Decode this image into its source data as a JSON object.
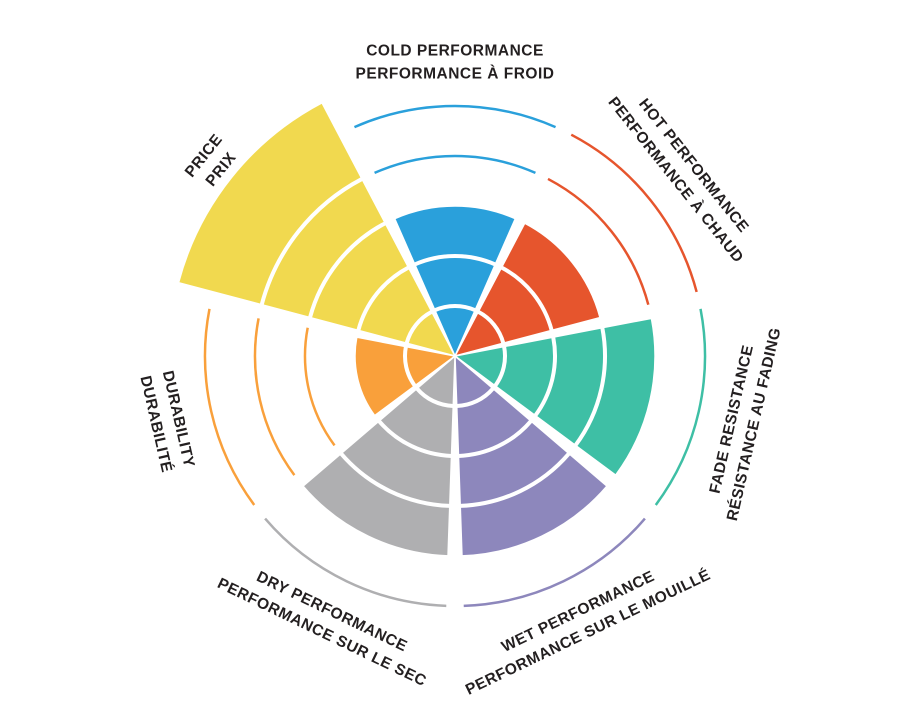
{
  "chart_data": {
    "type": "bar",
    "variant": "polar-sector-rating",
    "title": "",
    "scale": {
      "min": 0,
      "max": 5,
      "levels": 5
    },
    "start_angle_deg": 0,
    "direction": "clockwise",
    "background": "#ffffff",
    "label_color": "#231f20",
    "categories": [
      {
        "id": "cold",
        "line_outer": "COLD PERFORMANCE",
        "line_inner": "PERFORMANCE À FROID",
        "value": 3,
        "color": "#2aa0db"
      },
      {
        "id": "hot",
        "line_outer": "HOT PERFORMANCE",
        "line_inner": "PERFORMANCE À CHAUD",
        "value": 3,
        "color": "#e6552d"
      },
      {
        "id": "fade",
        "line_outer": "RÉSISTANCE AU FADING",
        "line_inner": "FADE RESISTANCE",
        "value": 4,
        "color": "#3ebfa5"
      },
      {
        "id": "wet",
        "line_outer": "PERFORMANCE SUR LE MOUILLÉ",
        "line_inner": "WET PERFORMANCE",
        "value": 4,
        "color": "#8d87bc"
      },
      {
        "id": "dry",
        "line_outer": "PERFORMANCE SUR LE SEC",
        "line_inner": "DRY PERFORMANCE",
        "value": 4,
        "color": "#afafb1"
      },
      {
        "id": "durability",
        "line_outer": "DURABILITÉ",
        "line_inner": "DURABILITY",
        "value": 2,
        "color": "#f9a03b"
      },
      {
        "id": "price",
        "line_outer": "PRICE",
        "line_inner": "PRIX",
        "value": 5,
        "color": "#f1d94f",
        "burst": true
      }
    ]
  }
}
